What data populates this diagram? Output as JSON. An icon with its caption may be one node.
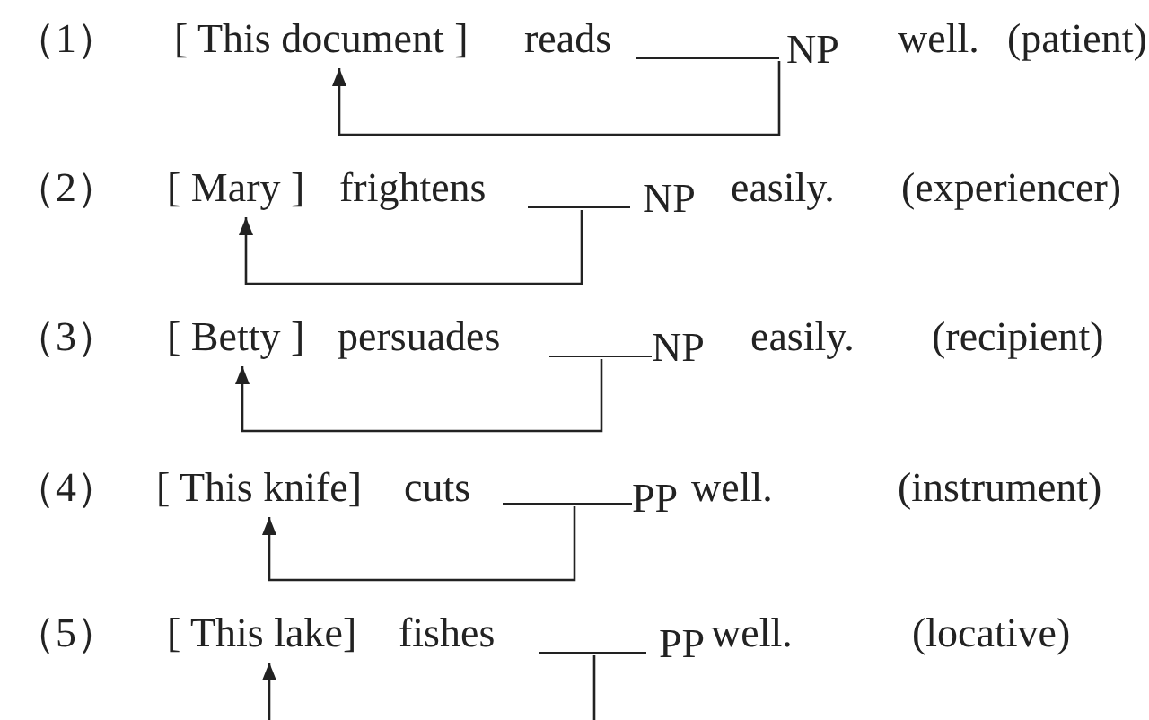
{
  "diagram": {
    "nodes": [
      {
        "text": [
          "[ This document ]"
        ]
      },
      {
        "text": [],
        "shape": "line"
      },
      {
        "text": [
          "[ Mary ]"
        ]
      },
      {
        "text": [],
        "shape": "line"
      },
      {
        "text": [
          "[ Betty ]"
        ]
      },
      {
        "text": [],
        "shape": "line"
      },
      {
        "text": [
          "[ This knife]"
        ]
      },
      {
        "text": [],
        "shape": "line"
      },
      {
        "text": [
          "[ This lake]"
        ]
      },
      {
        "text": [],
        "shape": "line"
      }
    ],
    "edges": [
      {
        "from": 1,
        "to": 0,
        "arrow": "to"
      },
      {
        "from": 3,
        "to": 2,
        "arrow": "to"
      },
      {
        "from": 5,
        "to": 4,
        "arrow": "to"
      },
      {
        "from": 7,
        "to": 6,
        "arrow": "to"
      },
      {
        "from": 9,
        "to": 8,
        "arrow": "to"
      }
    ],
    "labels": [
      "（1）",
      "reads",
      "NP",
      "well.",
      "(patient)",
      "（2）",
      "frightens",
      "NP",
      "easily.",
      "(experiencer)",
      "（3）",
      "persuades",
      "NP",
      "easily.",
      "(recipient)",
      "（4）",
      "cuts",
      "PP",
      "well.",
      "(instrument)",
      "（5）",
      "fishes",
      "PP",
      "well.",
      "(locative)"
    ]
  }
}
